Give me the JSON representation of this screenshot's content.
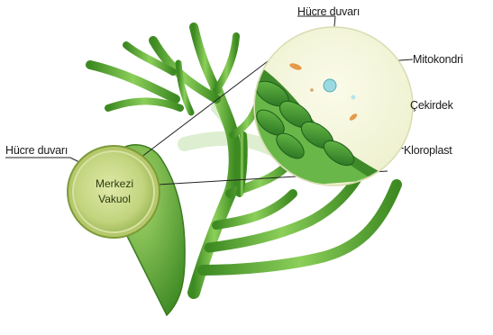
{
  "labels": {
    "cell_wall_top": "Hücre duvarı",
    "mitochondria": "Mitokondri",
    "nucleus": "Çekirdek",
    "chloroplast": "Kloroplast",
    "cell_wall_left": "Hücre duvarı",
    "central_vacuole_line1": "Merkezi",
    "central_vacuole_line2": "Vakuol"
  },
  "colors": {
    "plant_green": "#4f9a2a",
    "plant_light": "#8fd060",
    "vacuole": "#c7d98a",
    "chloroplast": "#2f7a2c",
    "nucleus": "#9ad9e0"
  }
}
